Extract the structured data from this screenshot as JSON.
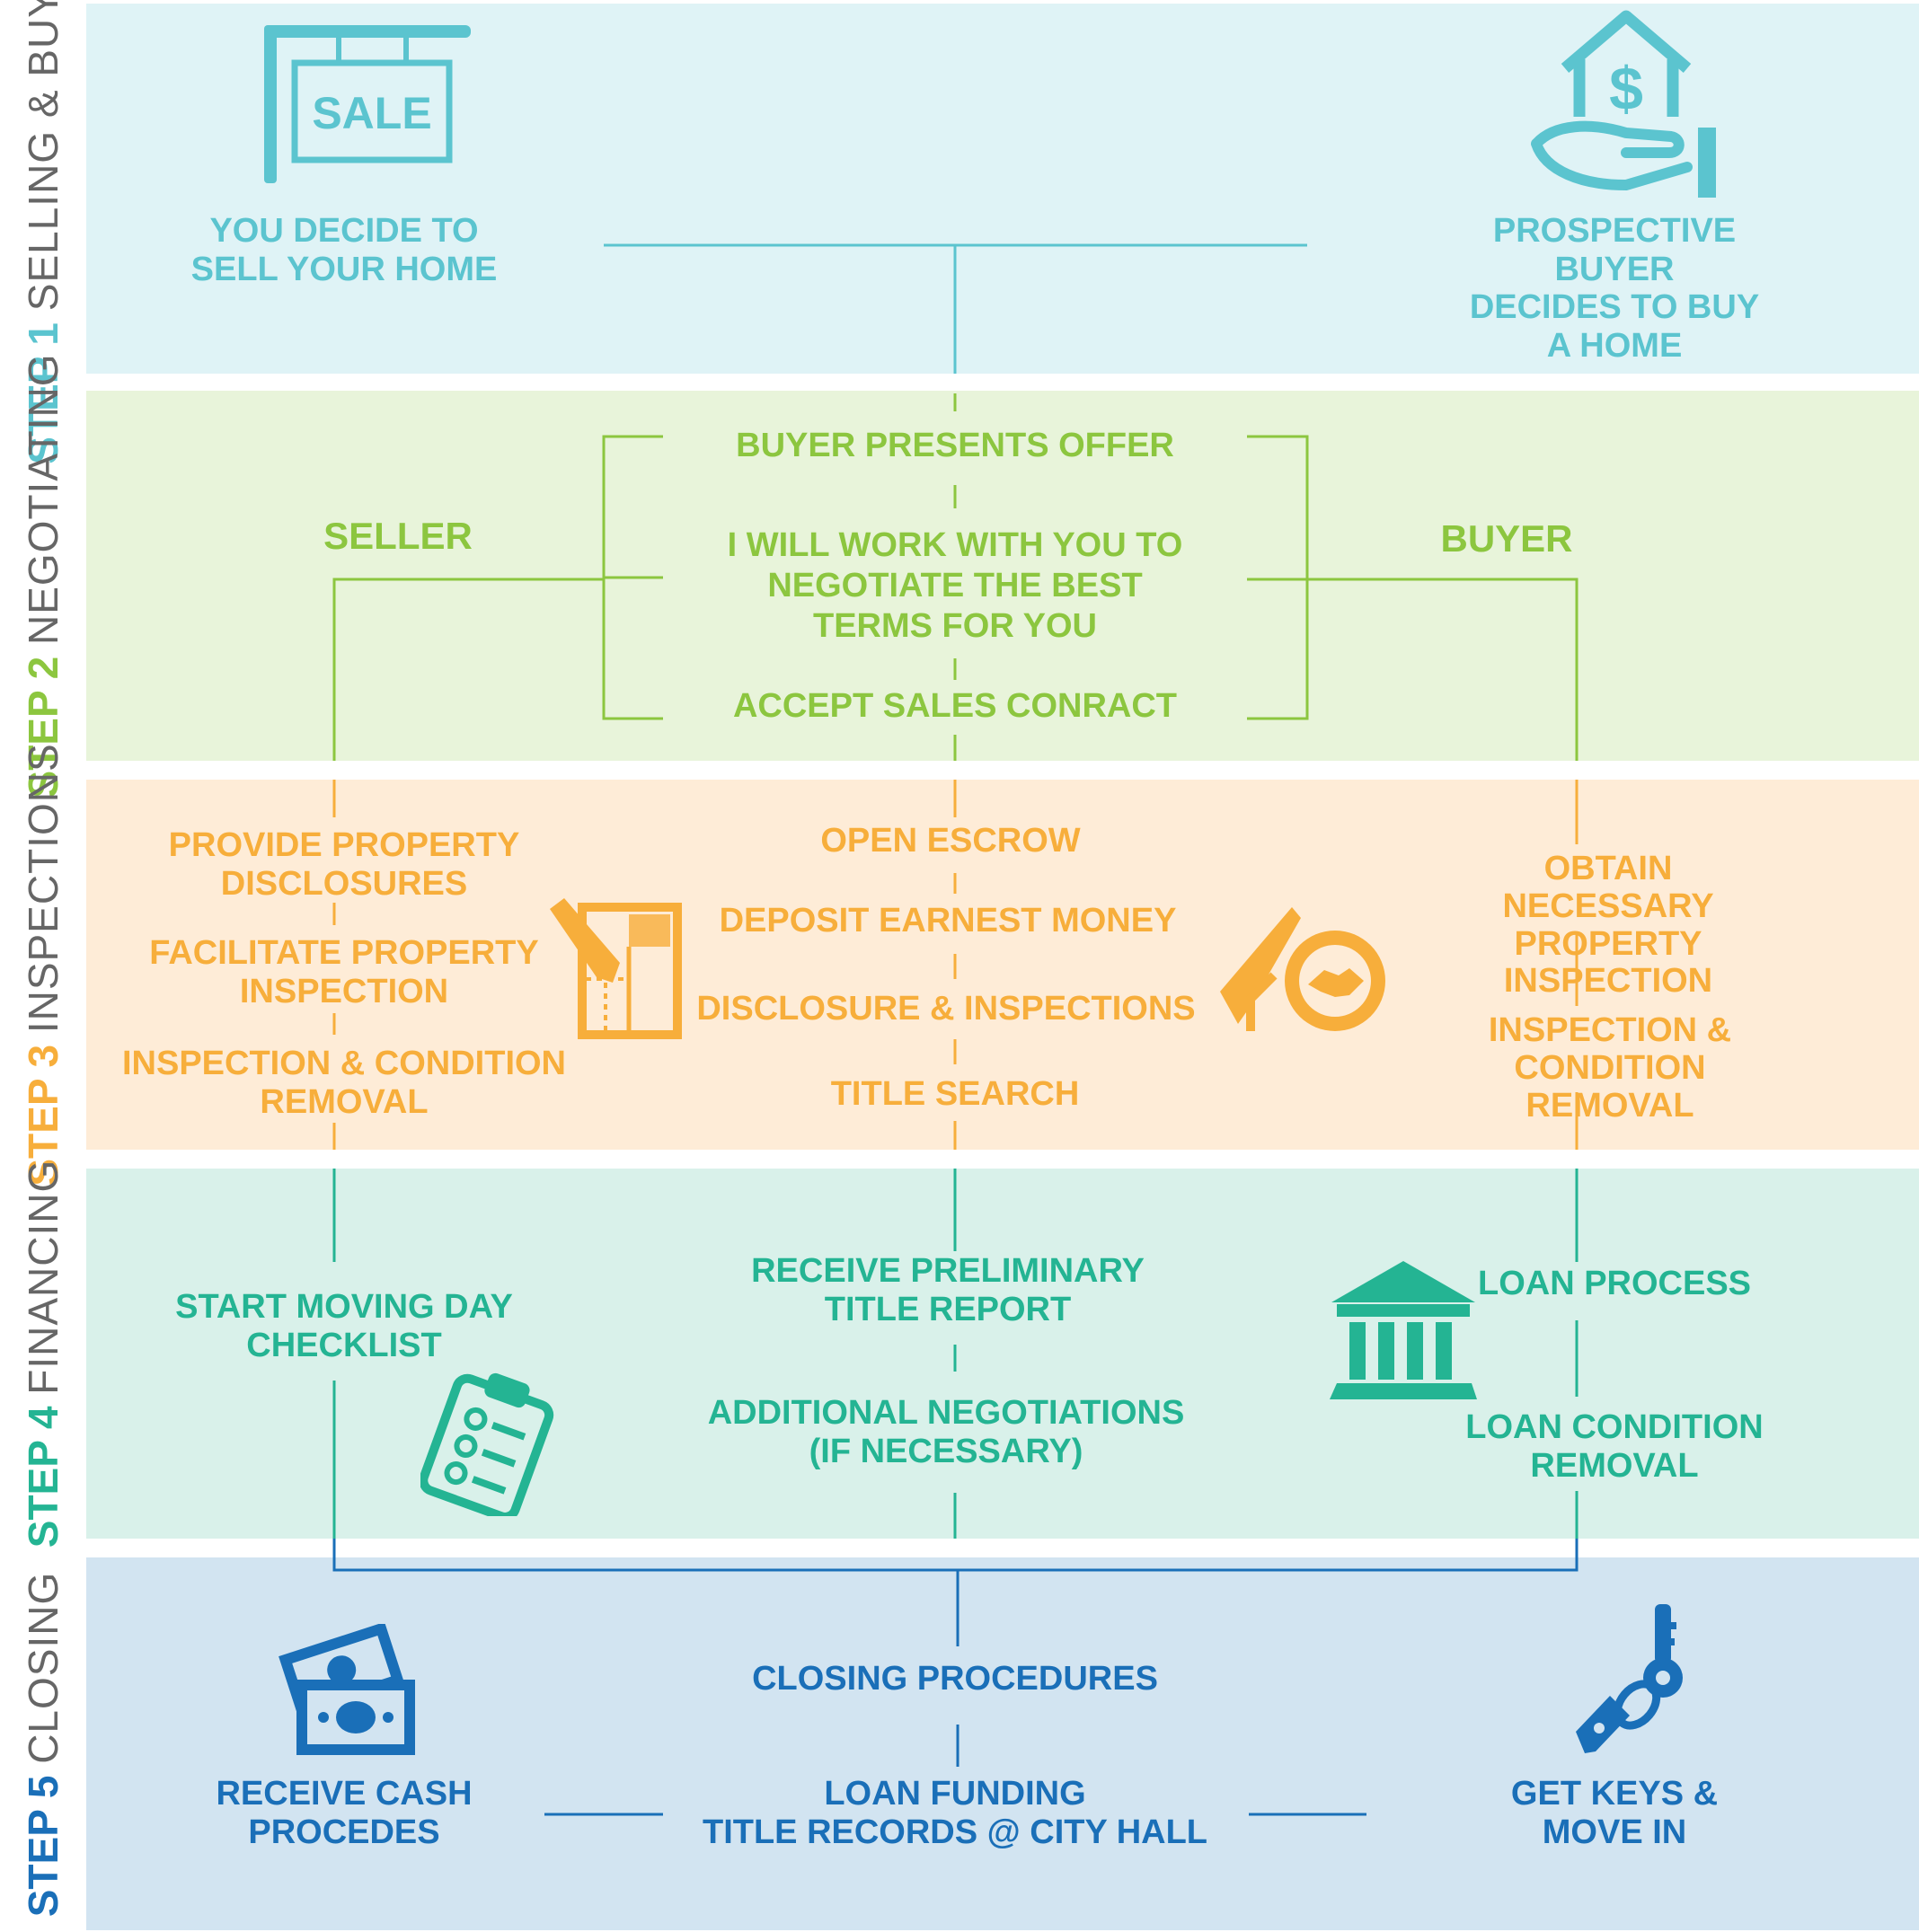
{
  "colors": {
    "step1": "#5bc4cf",
    "step2": "#8cc63f",
    "step3": "#f7ae3b",
    "step4": "#24b493",
    "step5": "#1a6fb8"
  },
  "steps": [
    {
      "number": "STEP 1",
      "name": "SELLING & BUYING"
    },
    {
      "number": "STEP 2",
      "name": "NEGOTIATING"
    },
    {
      "number": "STEP 3",
      "name": "INSPECTIONS"
    },
    {
      "number": "STEP 4",
      "name": "FINANCING"
    },
    {
      "number": "STEP 5",
      "name": "CLOSING"
    }
  ],
  "step1": {
    "left": "YOU DECIDE TO\nSELL YOUR HOME",
    "right": "PROSPECTIVE BUYER\nDECIDES TO BUY A HOME",
    "sign_text": "SALE",
    "icons": [
      "sale-sign-icon",
      "house-dollar-hand-icon"
    ]
  },
  "step2": {
    "seller": "SELLER",
    "buyer": "BUYER",
    "center": [
      "BUYER PRESENTS OFFER",
      "I WILL WORK WITH YOU TO\nNEGOTIATE THE BEST\nTERMS FOR YOU",
      "ACCEPT SALES CONRACT"
    ]
  },
  "step3": {
    "left": [
      "PROVIDE PROPERTY\nDISCLOSURES",
      "FACILITATE PROPERTY\nINSPECTION",
      "INSPECTION & CONDITION\nREMOVAL"
    ],
    "center": [
      "OPEN ESCROW",
      "DEPOSIT EARNEST MONEY",
      "DISCLOSURE & INSPECTIONS",
      "TITLE SEARCH"
    ],
    "right": [
      "OBTAIN NECESSARY\nPROPERTY INSPECTION",
      "INSPECTION & CONDITION\nREMOVAL"
    ],
    "icons": [
      "blueprint-icon",
      "house-handshake-icon"
    ]
  },
  "step4": {
    "left": "START MOVING DAY\nCHECKLIST",
    "center": [
      "RECEIVE PRELIMINARY\nTITLE REPORT",
      "ADDITIONAL  NEGOTIATIONS\n(IF NECESSARY)"
    ],
    "right": [
      "LOAN PROCESS",
      "LOAN CONDITION\nREMOVAL"
    ],
    "icons": [
      "checklist-clipboard-icon",
      "bank-icon"
    ]
  },
  "step5": {
    "left": "RECEIVE CASH\nPROCEDES",
    "center": [
      "CLOSING PROCEDURES",
      "LOAN FUNDING\nTITLE RECORDS @ CITY HALL"
    ],
    "right": "GET KEYS &\nMOVE IN",
    "icons": [
      "cash-icon",
      "keys-icon"
    ]
  }
}
